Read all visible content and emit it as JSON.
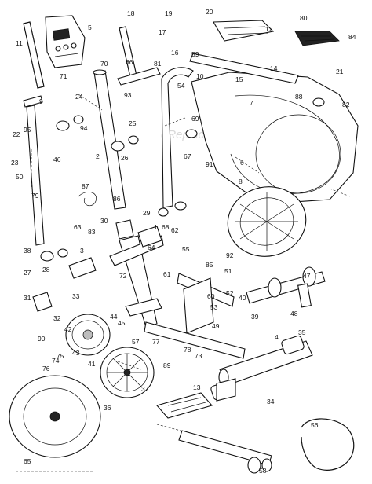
{
  "watermark": "eReplacementParts.com",
  "callouts": [
    "1",
    "2",
    "3",
    "4",
    "5",
    "6",
    "7",
    "8",
    "9",
    "10",
    "11",
    "12",
    "13",
    "14",
    "15",
    "16",
    "17",
    "18",
    "19",
    "20",
    "21",
    "22",
    "23",
    "24",
    "25",
    "26",
    "27",
    "28",
    "29",
    "30",
    "31",
    "32",
    "33",
    "34",
    "35",
    "36",
    "37",
    "38",
    "39",
    "40",
    "41",
    "42",
    "43",
    "44",
    "45",
    "46",
    "47",
    "48",
    "49",
    "50",
    "51",
    "52",
    "53",
    "54",
    "55",
    "56",
    "57",
    "58",
    "59",
    "60",
    "61",
    "62",
    "63",
    "64",
    "65",
    "66",
    "67",
    "68",
    "69",
    "70",
    "71",
    "72",
    "73",
    "74",
    "75",
    "76",
    "77",
    "78",
    "79",
    "80",
    "81",
    "82",
    "83",
    "84",
    "85",
    "86",
    "87",
    "88",
    "89",
    "90",
    "91",
    "92",
    "93",
    "94",
    "95"
  ]
}
